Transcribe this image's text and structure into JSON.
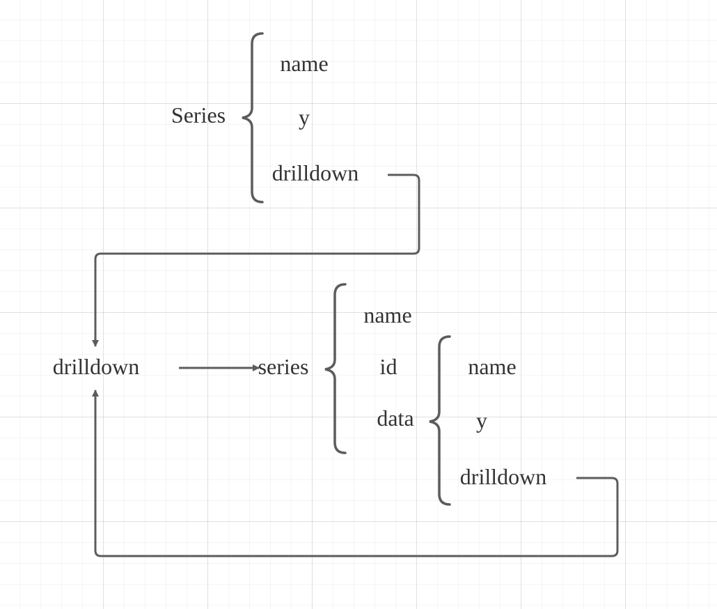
{
  "colors": {
    "line": "#5c5c5c",
    "text": "#333333",
    "background": "#ffffff",
    "grid": "#e4e4e4"
  },
  "nodes": {
    "series_top": "Series",
    "series_top_fields": [
      "name",
      "y",
      "drilldown"
    ],
    "drilldown_root": "drilldown",
    "series_inner": "series",
    "series_inner_fields": [
      "name",
      "id",
      "data"
    ],
    "data_fields": [
      "name",
      "y",
      "drilldown"
    ]
  }
}
